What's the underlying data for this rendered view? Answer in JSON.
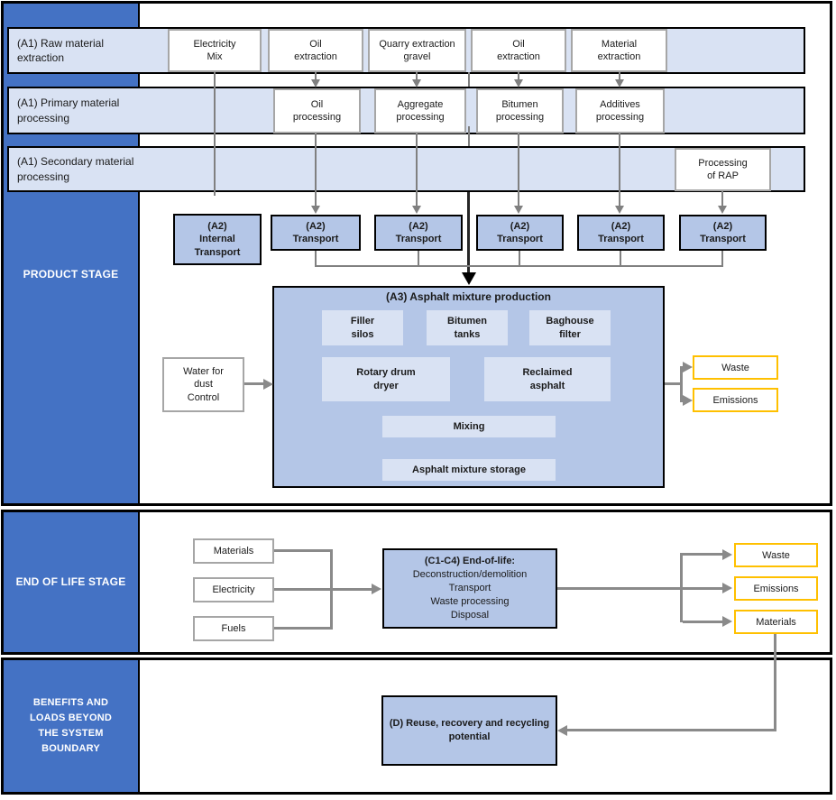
{
  "palette": {
    "sidebar_blue": "#4472C4",
    "band_blue": "#D9E2F3",
    "mid_blue": "#B4C6E7",
    "accent_yellow": "#FFC000",
    "connector_gray": "#808080"
  },
  "product": {
    "sidebar_label": "PRODUCT STAGE",
    "rows": {
      "raw": {
        "label": "(A1) Raw material\nextraction",
        "boxes": [
          "Electricity\nMix",
          "Oil\nextraction",
          "Quarry extraction\ngravel",
          "Oil\nextraction",
          "Material\nextraction"
        ]
      },
      "primary": {
        "label": "(A1) Primary material\nprocessing",
        "boxes": [
          "Oil\nprocessing",
          "Aggregate\nprocessing",
          "Bitumen\nprocessing",
          "Additives\nprocessing"
        ]
      },
      "secondary": {
        "label": "(A1) Secondary material\nprocessing",
        "boxes": [
          "Processing\nof RAP"
        ]
      }
    },
    "transport": {
      "internal": "(A2)\nInternal\nTransport",
      "standard": "(A2)\nTransport"
    },
    "a3": {
      "title": "(A3) Asphalt mixture production",
      "units": [
        "Filler\nsilos",
        "Bitumen\ntanks",
        "Baghouse\nfilter",
        "Rotary drum\ndryer",
        "Reclaimed\nasphalt",
        "Mixing",
        "Asphalt mixture storage"
      ]
    },
    "water": "Water for\ndust\nControl",
    "outputs": [
      "Waste",
      "Emissions"
    ]
  },
  "eol": {
    "sidebar_label": "END OF LIFE STAGE",
    "inputs": [
      "Materials",
      "Electricity",
      "Fuels"
    ],
    "c_box": {
      "title": "(C1-C4) End-of-life:",
      "body": "Deconstruction/demolition\nTransport\nWaste processing\nDisposal"
    },
    "outputs": [
      "Waste",
      "Emissions",
      "Materials"
    ]
  },
  "benefits": {
    "sidebar_label": "BENEFITS AND\nLOADS BEYOND\nTHE SYSTEM\nBOUNDARY",
    "d_box": "(D) Reuse, recovery and recycling\npotential"
  }
}
